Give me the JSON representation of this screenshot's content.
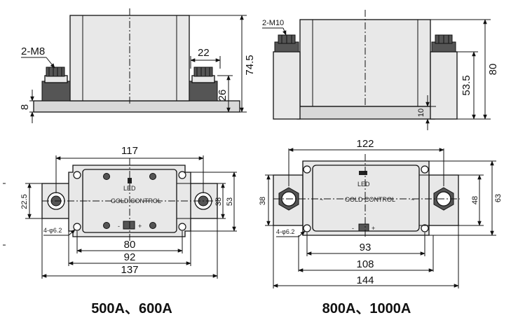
{
  "left": {
    "side": {
      "bolt": "2-M8",
      "terminal_width": "22",
      "height": "74.5",
      "terminal_height": "26",
      "base": "8"
    },
    "top": {
      "overall_hole_span": "117",
      "hole_span_lower": "80",
      "inner_width": "92",
      "overall_length": "137",
      "width_inner": "38",
      "width_outer": "53",
      "terminal_width": "22.5",
      "hole_note": "4-φ6.2",
      "led": "LED",
      "brand": "GOLD CONTROL",
      "plus": "+",
      "minus": "-"
    },
    "title": "500A、600A"
  },
  "right": {
    "side": {
      "bolt": "2-M10",
      "height": "80",
      "terminal_height": "53.5",
      "base": "10"
    },
    "top": {
      "overall_hole_span": "122",
      "hole_span_lower": "93",
      "inner_width": "108",
      "overall_length": "144",
      "terminal_width": "38",
      "width_inner": "48",
      "width_outer": "63",
      "hole_note": "4-φ6.2",
      "led": "LED",
      "brand": "GOLD CONTROL",
      "plus": "+",
      "minus": "-"
    },
    "title": "800A、1000A"
  }
}
